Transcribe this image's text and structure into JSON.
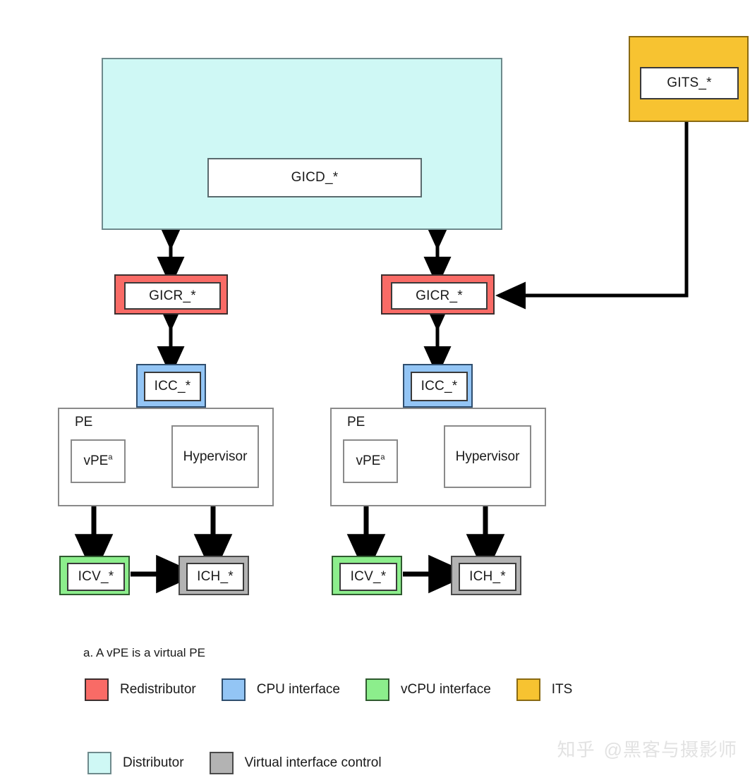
{
  "diagram": {
    "distributor": {
      "label": "GICD_*"
    },
    "its": {
      "label": "GITS_*"
    },
    "columns": [
      {
        "redistributor": "GICR_*",
        "cpu_interface": "ICC_*",
        "pe_label": "PE",
        "vpe_label": "vPE",
        "vpe_superscript": "a",
        "hypervisor_label": "Hypervisor",
        "vcpu_interface": "ICV_*",
        "virtual_interface_control": "ICH_*"
      },
      {
        "redistributor": "GICR_*",
        "cpu_interface": "ICC_*",
        "pe_label": "PE",
        "vpe_label": "vPE",
        "vpe_superscript": "a",
        "hypervisor_label": "Hypervisor",
        "vcpu_interface": "ICV_*",
        "virtual_interface_control": "ICH_*"
      }
    ]
  },
  "footnote": "a. A vPE is a virtual PE",
  "legend": {
    "row1": [
      {
        "label": "Redistributor",
        "color": "#F96B66"
      },
      {
        "label": "CPU interface",
        "color": "#93C5F5"
      },
      {
        "label": "vCPU interface",
        "color": "#8CEE8C"
      },
      {
        "label": "ITS",
        "color": "#F7C331"
      }
    ],
    "row2": [
      {
        "label": "Distributor",
        "color": "#CFF8F5"
      },
      {
        "label": "Virtual interface control",
        "color": "#B3B3B3"
      }
    ]
  },
  "watermark": {
    "logo": "知乎",
    "handle": "@黑客与摄影师"
  }
}
